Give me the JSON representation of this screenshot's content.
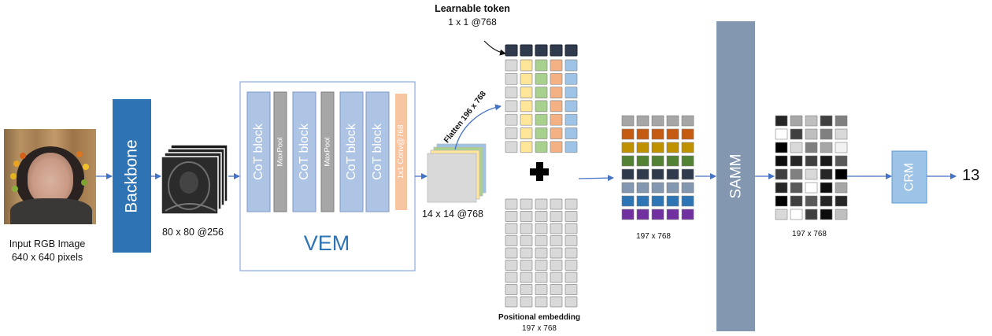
{
  "input": {
    "caption_line1": "Input RGB Image",
    "caption_line2": "640 x 640 pixels"
  },
  "backbone": {
    "label": "Backbone",
    "color": "#2e74b5"
  },
  "feature_map": {
    "label": "80 x 80 @256"
  },
  "vem": {
    "title": "VEM",
    "title_color": "#2e74b5",
    "blocks": [
      {
        "label": "CoT block",
        "kind": "cot"
      },
      {
        "label": "MaxPool",
        "kind": "pool"
      },
      {
        "label": "CoT block",
        "kind": "cot"
      },
      {
        "label": "MaxPool",
        "kind": "pool"
      },
      {
        "label": "CoT block",
        "kind": "cot"
      },
      {
        "label": "CoT block",
        "kind": "cot"
      },
      {
        "label": "1x1 Conv@768",
        "kind": "conv"
      }
    ],
    "colors": {
      "cot": "#aec4e5",
      "pool": "#a6a6a6",
      "conv": "#f8c5a3"
    }
  },
  "patch_map": {
    "label": "14 x 14 @768",
    "flatten_label": "Flatten 196 x 768"
  },
  "learnable_token": {
    "title": "Learnable token",
    "size_label": "1 x 1 @768",
    "color": "#2f3b4d"
  },
  "token_grid": {
    "column_colors": [
      "#d9d9d9",
      "#ffe699",
      "#a9d18e",
      "#f4b183",
      "#9dc3e6"
    ]
  },
  "positional_embedding": {
    "title": "Positional  embedding",
    "size_label": "197 x 768",
    "color": "#d9d9d9"
  },
  "sequence": {
    "size_label": "197 x 768",
    "row_colors": [
      "#a6a6a6",
      "#c55a11",
      "#bf9000",
      "#548235",
      "#2f3b4d",
      "#8497b0",
      "#2e75b6",
      "#7030a0"
    ]
  },
  "samm": {
    "label": "SAMM",
    "color": "#8497b0"
  },
  "attention_output": {
    "size_label": "197 x 768",
    "rows": [
      [
        "#262626",
        "#a6a6a6",
        "#bfbfbf",
        "#404040",
        "#808080"
      ],
      [
        "#ffffff",
        "#404040",
        "#bfbfbf",
        "#808080",
        "#d9d9d9"
      ],
      [
        "#000000",
        "#d9d9d9",
        "#7f7f7f",
        "#a6a6a6",
        "#f2f2f2"
      ],
      [
        "#0d0d0d",
        "#262626",
        "#404040",
        "#1a1a1a",
        "#595959"
      ],
      [
        "#404040",
        "#808080",
        "#d9d9d9",
        "#262626",
        "#000000"
      ],
      [
        "#262626",
        "#595959",
        "#ffffff",
        "#0d0d0d",
        "#a6a6a6"
      ],
      [
        "#000000",
        "#404040",
        "#595959",
        "#262626",
        "#262626"
      ],
      [
        "#d9d9d9",
        "#ffffff",
        "#404040",
        "#0d0d0d",
        "#bfbfbf"
      ]
    ]
  },
  "crm": {
    "label": "CRM",
    "color": "#9dc3e6"
  },
  "output": {
    "value": "13"
  },
  "arrow_color": "#4472c4"
}
